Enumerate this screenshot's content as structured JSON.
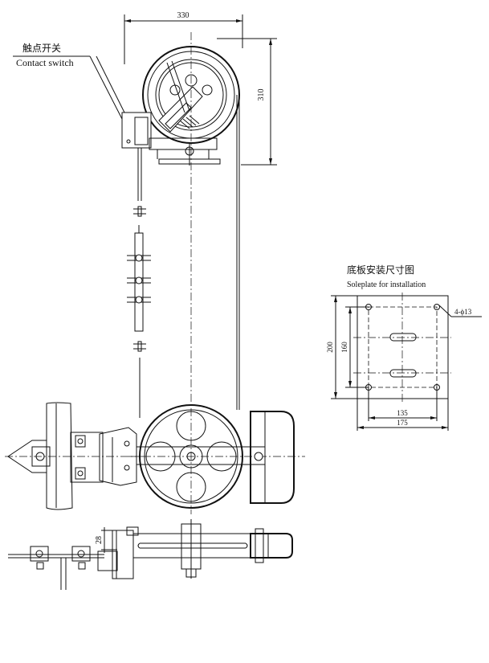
{
  "labels": {
    "contact_switch_cn": "触点开关",
    "contact_switch_en": "Contact switch",
    "soleplate_title_cn": "底板安装尺寸图",
    "soleplate_title_en": "Soleplate for installation"
  },
  "dimensions": {
    "top_width": "330",
    "top_height": "310",
    "hole_spec": "4-ϕ13",
    "plate_height_outer": "200",
    "plate_height_inner": "160",
    "plate_width_inner": "135",
    "plate_width_outer": "175",
    "rail_offset": "28"
  }
}
